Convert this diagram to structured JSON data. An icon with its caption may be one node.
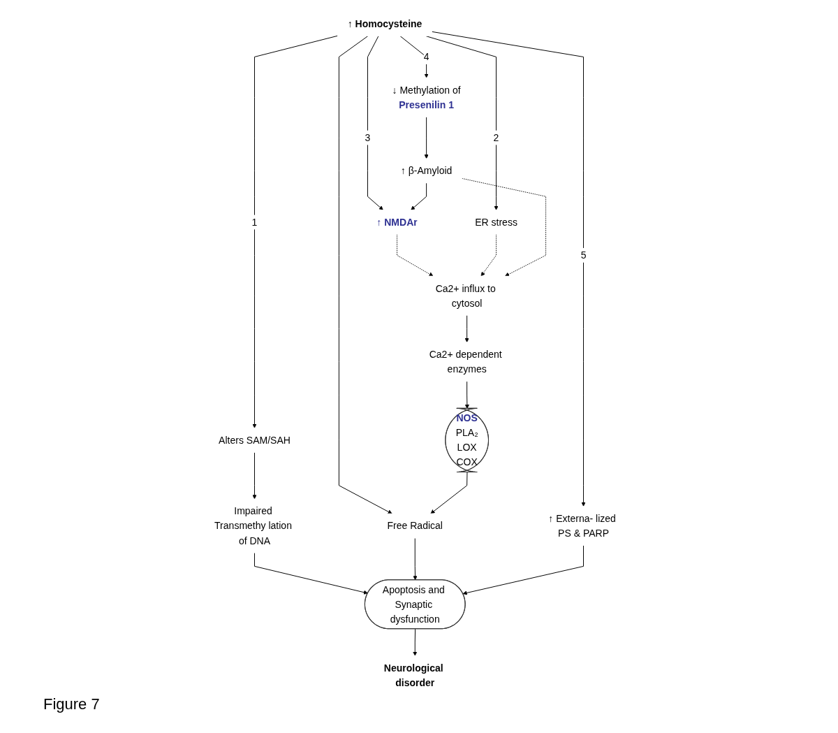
{
  "diagram": {
    "caption": "Figure 7",
    "nodes": [
      {
        "text": [
          "↑ Homocysteine"
        ]
      },
      {
        "text": [
          "Alters SAM/SAH"
        ]
      },
      {
        "text": [
          "Impaired Transmethy lation of DNA"
        ]
      },
      {
        "text": [
          "↓ Methylation of",
          "Presenilin 1"
        ]
      },
      {
        "text": [
          "ER stress"
        ]
      },
      {
        "text": [
          "↑ Externa- lized PS & PARP"
        ]
      },
      {
        "text": [
          "↑ β-Amyloid"
        ]
      },
      {
        "text": [
          "↑ NMDAr"
        ]
      },
      {
        "text": [
          "Ca2+ influx to cytosol"
        ]
      },
      {
        "text": [
          "Ca2+ dependent enzymes"
        ]
      },
      {
        "text": [
          "Free Radical"
        ]
      },
      {
        "text": [
          "NOS",
          "PLA₂",
          "LOX",
          "COX"
        ]
      },
      {
        "text": [
          "Apoptosis and Synaptic dysfunction"
        ]
      },
      {
        "text": [
          "Neurological disorder"
        ]
      }
    ],
    "edges": [
      {
        "from": 0,
        "to": 1,
        "arrow": "to",
        "label": "1"
      },
      {
        "from": 1,
        "to": 2,
        "arrow": "to"
      },
      {
        "from": 0,
        "to": 4,
        "arrow": "to",
        "label": "2"
      },
      {
        "from": 0,
        "to": 7,
        "arrow": "to",
        "label": "3"
      },
      {
        "from": 0,
        "to": 3,
        "arrow": "to",
        "label": "4"
      },
      {
        "from": 0,
        "to": 5,
        "arrow": "to",
        "label": "5"
      },
      {
        "from": 0,
        "to": 10,
        "arrow": "to"
      },
      {
        "from": 2,
        "to": 12,
        "arrow": "to"
      },
      {
        "from": 3,
        "to": 6,
        "arrow": "to"
      },
      {
        "from": 6,
        "to": 7,
        "arrow": "to"
      },
      {
        "from": 7,
        "to": 8,
        "arrow": "to",
        "style": "dashed"
      },
      {
        "from": 4,
        "to": 8,
        "arrow": "to",
        "style": "dashed"
      },
      {
        "from": 6,
        "to": 8,
        "arrow": "to",
        "style": "dashed"
      },
      {
        "from": 8,
        "to": 9,
        "arrow": "to"
      },
      {
        "from": 9,
        "to": 11,
        "arrow": "to"
      },
      {
        "from": 11,
        "to": 10,
        "arrow": "to"
      },
      {
        "from": 10,
        "to": 12,
        "arrow": "to"
      },
      {
        "from": 5,
        "to": 12,
        "arrow": "to"
      },
      {
        "from": 12,
        "to": 13,
        "arrow": "to"
      }
    ]
  }
}
